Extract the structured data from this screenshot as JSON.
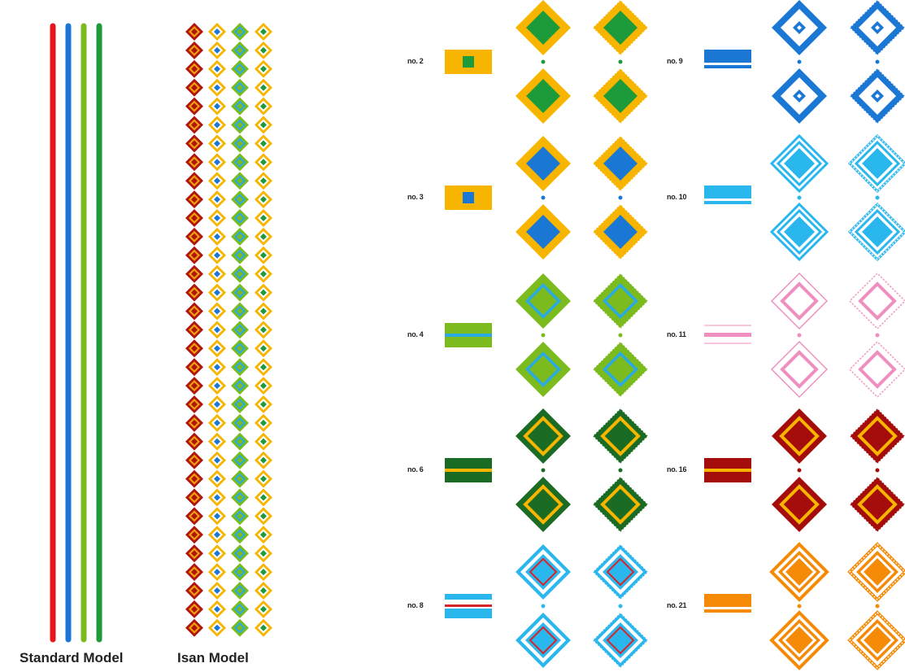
{
  "models": {
    "standard": {
      "label": "Standard Model",
      "line_colors": [
        "#e8141c",
        "#1a78d4",
        "#7cbb1e",
        "#1d9a3a"
      ]
    },
    "isan": {
      "label": "Isan Model",
      "column_colors": [
        {
          "outer": "#b01510",
          "inner": "#f3a300",
          "core": "#b01510"
        },
        {
          "outer": "#f7b500",
          "inner": "#ffffff",
          "core": "#1a78d4"
        },
        {
          "outer": "#7cbb1e",
          "inner": "#2aaae2",
          "core": "#7cbb1e"
        },
        {
          "outer": "#f7b500",
          "inner": "#ffffff",
          "core": "#1d9a3a"
        }
      ]
    }
  },
  "patterns": [
    {
      "id": "no-2",
      "label": "no. 2",
      "c1": "#f7b500",
      "c2": "#1d9a3a",
      "c3": "#1d9a3a",
      "c4": "#f7b500"
    },
    {
      "id": "no-3",
      "label": "no. 3",
      "c1": "#f7b500",
      "c2": "#1a78d4",
      "c3": "#1a78d4",
      "c4": "#f7b500"
    },
    {
      "id": "no-4",
      "label": "no. 4",
      "c1": "#7cbb1e",
      "c2": "#2aaae2",
      "c3": "#7cbb1e",
      "c4": "#ffffff"
    },
    {
      "id": "no-6",
      "label": "no. 6",
      "c1": "#1a6b24",
      "c2": "#f7b500",
      "c3": "#1a6b24",
      "c4": "#ffffff"
    },
    {
      "id": "no-8",
      "label": "no. 8",
      "c1": "#2ab7ee",
      "c2": "#ffffff",
      "c3": "#d7262b",
      "c4": "#2ab7ee"
    },
    {
      "id": "no-9",
      "label": "no. 9",
      "c1": "#1a78d4",
      "c2": "#ffffff",
      "c3": "#1a78d4",
      "c4": "#ffffff"
    },
    {
      "id": "no-10",
      "label": "no. 10",
      "c1": "#2ab7ee",
      "c2": "#ffffff",
      "c3": "#2ab7ee",
      "c4": "#ffffff"
    },
    {
      "id": "no-11",
      "label": "no. 11",
      "c1": "#ef8fc0",
      "c2": "#ffffff",
      "c3": "#ffffff",
      "c4": "#ffffff"
    },
    {
      "id": "no-16",
      "label": "no. 16",
      "c1": "#a50d0d",
      "c2": "#f7b500",
      "c3": "#a50d0d",
      "c4": "#ffffff"
    },
    {
      "id": "no-21",
      "label": "no. 21",
      "c1": "#f58a07",
      "c2": "#ffffff",
      "c3": "#f58a07",
      "c4": "#ffffff"
    }
  ]
}
